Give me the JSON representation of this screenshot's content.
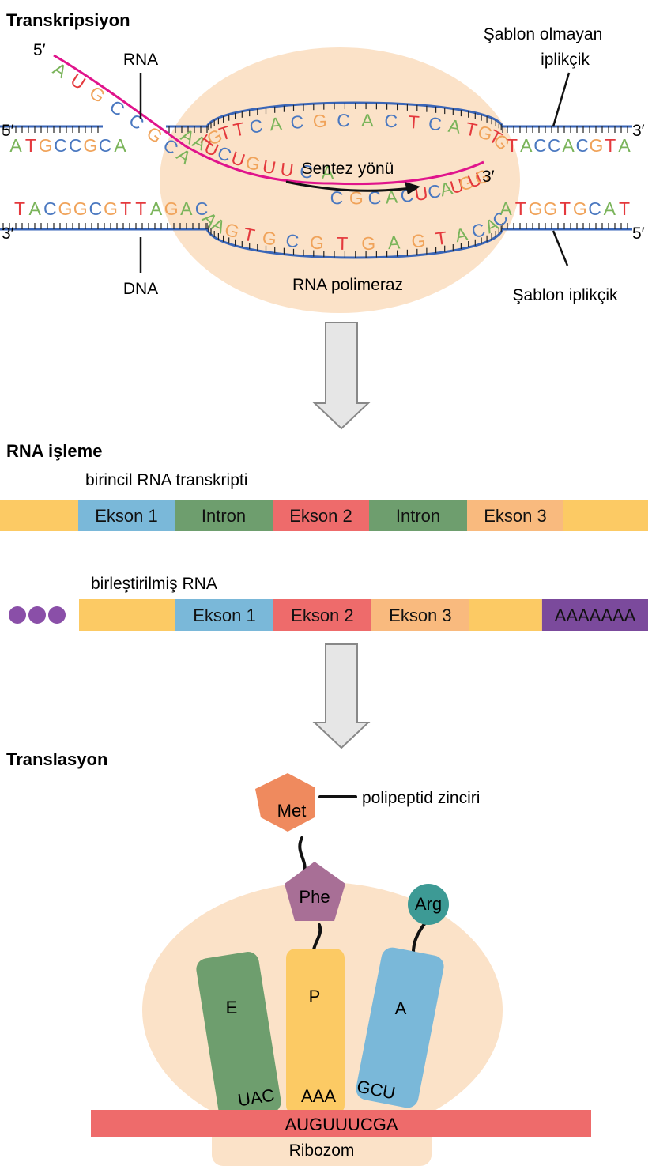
{
  "sections": {
    "transcription": "Transkripsiyon",
    "processing": "RNA işleme",
    "translation": "Translasyon"
  },
  "transcription": {
    "labels": {
      "rna": "RNA",
      "dna": "DNA",
      "nontemplate_strand": [
        "Şablon olmayan",
        "iplikçik"
      ],
      "template_strand": "Şablon iplikçik",
      "polymerase": "RNA polimeraz",
      "direction": "Sentez yönü"
    },
    "ends": {
      "five_prime": "5′",
      "three_prime": "3′"
    },
    "sequences": {
      "nontemplate_left": "ATGCCGCA",
      "nontemplate_bubble": "TGTTCACGCACTCATGTG",
      "nontemplate_right": "TACCACGTA",
      "template_left": "TACGGCGTTAGAC",
      "template_bubble": "AAGTGCGTGAGTACAC",
      "template_right": "ATGGTGCAT",
      "rna_exiting": "AUGCCGCA",
      "rna_hybrid": "AAUCUGUUCACGCACUCAUGUG"
    }
  },
  "processing": {
    "primary_label": "birincil RNA transkripti",
    "primary_segments": [
      {
        "label": "",
        "color": "#fcca64"
      },
      {
        "label": "Ekson 1",
        "color": "#7ab8d9"
      },
      {
        "label": "Intron",
        "color": "#6e9e6e"
      },
      {
        "label": "Ekson 2",
        "color": "#ee6b6b"
      },
      {
        "label": "Intron",
        "color": "#6e9e6e"
      },
      {
        "label": "Ekson 3",
        "color": "#f9ba7e"
      },
      {
        "label": "",
        "color": "#fcca64"
      }
    ],
    "mature_label": "birleştirilmiş RNA",
    "mature_segments": [
      {
        "label": "",
        "color": "#fcca64"
      },
      {
        "label": "Ekson 1",
        "color": "#7ab8d9"
      },
      {
        "label": "Ekson 2",
        "color": "#ee6b6b"
      },
      {
        "label": "Ekson 3",
        "color": "#f9ba7e"
      },
      {
        "label": "",
        "color": "#fcca64"
      },
      {
        "label": "AAAAAAA",
        "color": "#7b4a9c"
      }
    ],
    "cap_color": "#8a4fa8"
  },
  "translation": {
    "polypeptide_label": "polipeptid zinciri",
    "amino_acids": {
      "met": "Met",
      "phe": "Phe",
      "arg": "Arg"
    },
    "sites": [
      {
        "site": "E",
        "anticodon": "UAC",
        "color": "#6e9e6e"
      },
      {
        "site": "P",
        "anticodon": "AAA",
        "color": "#fcca64"
      },
      {
        "site": "A",
        "anticodon": "GCU",
        "color": "#7ab8d9"
      }
    ],
    "mrna": "AUGUUUCGA",
    "ribosome": "Ribozom"
  },
  "colors": {
    "A": "#7ab45a",
    "T": "#e4393d",
    "U": "#e4393d",
    "G": "#f0a35a",
    "C": "#4a78c0",
    "dna_backbone": "#3a66b8",
    "rna_strand": "#e0148c",
    "blob": "#fbe2c8",
    "arrow_fill": "#e6e6e6",
    "met": "#ef8a5e",
    "phe": "#a86f96",
    "arg": "#3d9a95",
    "mrna_bar": "#ee6b6b"
  }
}
